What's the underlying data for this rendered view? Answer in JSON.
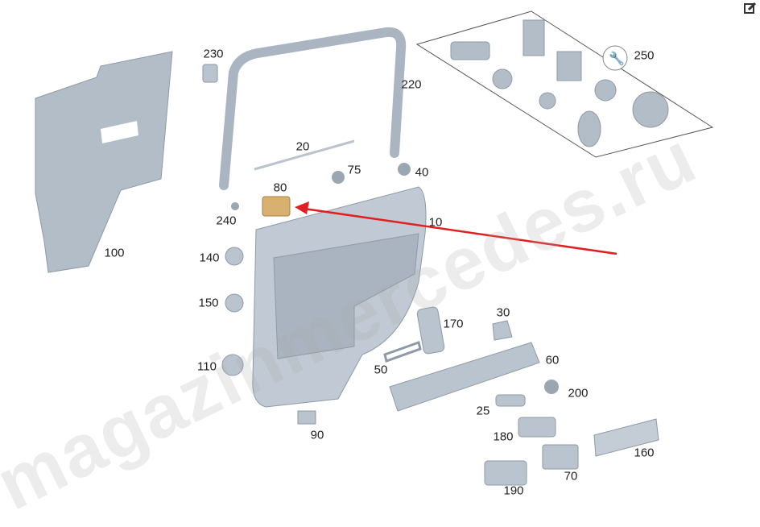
{
  "watermark": "magazinmercedes.ru",
  "colors": {
    "part": "#b9c4cf",
    "part_dark": "#8e9aa6",
    "highlight": "#d8b070",
    "arrow": "#e02020"
  },
  "toolbar": {
    "edit_icon": "edit-icon"
  },
  "callouts": [
    "230",
    "220",
    "250",
    "20",
    "75",
    "40",
    "80",
    "240",
    "10",
    "100",
    "140",
    "150",
    "170",
    "30",
    "60",
    "110",
    "50",
    "200",
    "25",
    "90",
    "180",
    "160",
    "70",
    "190"
  ]
}
